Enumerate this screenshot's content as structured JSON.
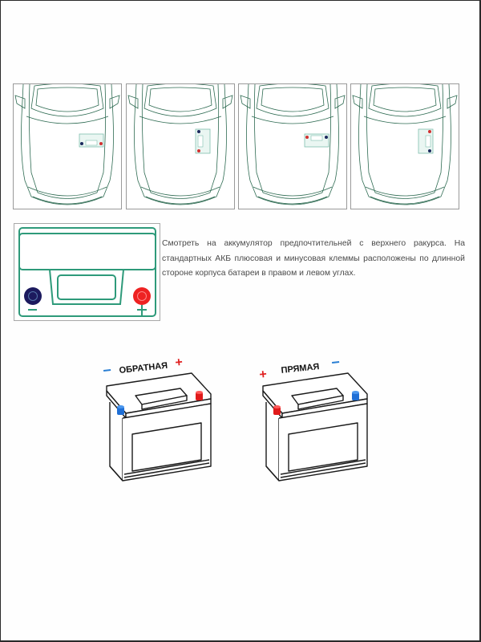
{
  "car_diagrams": {
    "items": [
      {
        "id": "car-1",
        "battery_orientation": "horizontal",
        "terminal_left": "negative",
        "terminal_right": "positive"
      },
      {
        "id": "car-2",
        "battery_orientation": "vertical",
        "terminal_top": "negative",
        "terminal_bottom": "positive"
      },
      {
        "id": "car-3",
        "battery_orientation": "horizontal",
        "terminal_left": "positive",
        "terminal_right": "negative"
      },
      {
        "id": "car-4",
        "battery_orientation": "vertical",
        "terminal_top": "positive",
        "terminal_bottom": "negative"
      }
    ],
    "line_color": "#2e6b52"
  },
  "battery_top_view": {
    "minus_symbol": "−",
    "plus_symbol": "+",
    "outline_color": "#2e9a7a",
    "negative_color": "#1c1a5e",
    "positive_color": "#ee2222"
  },
  "description": {
    "text": "Смотреть на аккумулятор предпочтительней с верхнего ракурса. На стандартных АКБ плюсовая и минусовая клеммы расположены по длинной стороне корпуса батареи в правом и левом углах."
  },
  "polarity": {
    "reverse": {
      "label": "ОБРАТНАЯ",
      "left_sign": "−",
      "right_sign": "+"
    },
    "direct": {
      "label": "ПРЯМАЯ",
      "left_sign": "+",
      "right_sign": "−"
    },
    "negative_color": "#1f6fd6",
    "positive_color": "#e01a1a",
    "sign_minus_color": "#2a7fd4",
    "sign_plus_color": "#e02020"
  }
}
